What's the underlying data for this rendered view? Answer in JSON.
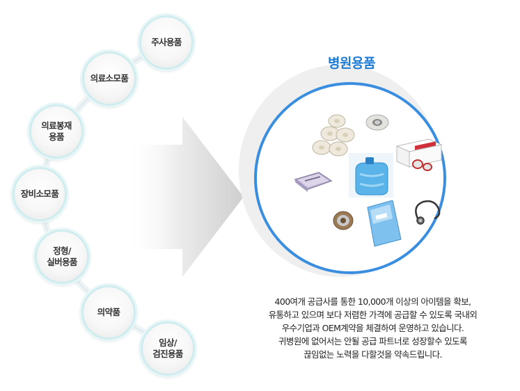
{
  "categories": [
    {
      "label": "주사용품"
    },
    {
      "label": "의료소모품"
    },
    {
      "label": "의료봉재\n용품"
    },
    {
      "label": "장비소모품"
    },
    {
      "label": "정형/\n실버용품"
    },
    {
      "label": "의약품"
    },
    {
      "label": "임상/\n검진용품"
    }
  ],
  "panel": {
    "title": "병원용품",
    "title_color": "#1e7bd4",
    "ring_color": "#3a8ee0"
  },
  "products": [
    "tape-rolls-icon",
    "surgical-tape-icon",
    "tape-box-icon",
    "instrument-tray-icon",
    "water-container-icon",
    "wire-spool-icon",
    "sterile-drape-icon",
    "stethoscope-icon"
  ],
  "description": {
    "lines": [
      "400여개 공급사를 통한 10,000개 이상의 아이템을 확보,",
      "유통하고 있으며 보다 저렴한 가격에 공급할 수 있도록 국내외",
      "우수기업과 OEM계약을 체결하여 운영하고 있습니다.",
      "귀병원에 없어서는 안될 공급 파트너로 성장할수 있도록",
      "끊임없는 노력을 다할것을 약속드립니다."
    ]
  }
}
